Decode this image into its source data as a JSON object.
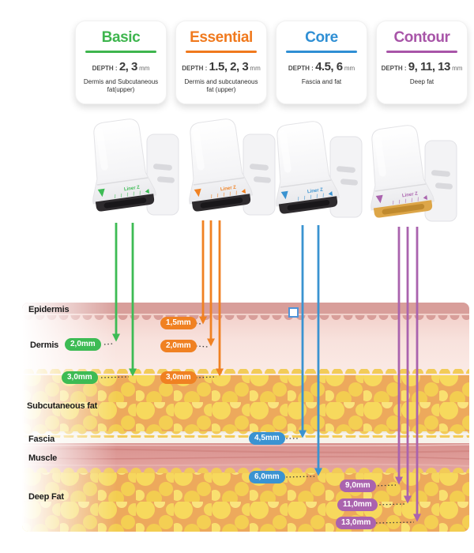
{
  "palette": {
    "green": "#3dbb54",
    "orange": "#f08122",
    "blue": "#3a93d1",
    "purple": "#aa63ae"
  },
  "cards": [
    {
      "title": "Basic",
      "color": "#3eb54e",
      "depth_label": "DEPTH :",
      "depth_values": "2, 3",
      "depth_unit": "mm",
      "description": "Dermis and Subcutaneous fat(upper)"
    },
    {
      "title": "Essential",
      "color": "#f0791d",
      "depth_label": "DEPTH :",
      "depth_values": "1.5, 2, 3",
      "depth_unit": "mm",
      "description": "Dermis and subcutaneous fat (upper)"
    },
    {
      "title": "Core",
      "color": "#2f8fd4",
      "depth_label": "DEPTH :",
      "depth_values": "4.5, 6",
      "depth_unit": "mm",
      "description": "Fascia and fat"
    },
    {
      "title": "Contour",
      "color": "#a855a8",
      "depth_label": "DEPTH :",
      "depth_values": "9, 11, 13",
      "depth_unit": "mm",
      "description": "Deep fat"
    }
  ],
  "devices": [
    {
      "name": "Basic cartridge",
      "brand": "Liner Z",
      "accent": "#3dbb54",
      "tip": "#2e2b2e",
      "tip_inner": "#19171a"
    },
    {
      "name": "Essential cartridge",
      "brand": "Liner Z",
      "accent": "#f08122",
      "tip": "#2e2b2e",
      "tip_inner": "#19171a"
    },
    {
      "name": "Core cartridge",
      "brand": "Liner Z",
      "accent": "#3a93d1",
      "tip": "#2e2b2e",
      "tip_inner": "#19171a"
    },
    {
      "name": "Contour cartridge",
      "brand": "Liner Z",
      "accent": "#aa63ae",
      "tip": "#dda648",
      "tip_inner": "#c08a2e"
    }
  ],
  "skin": {
    "labels": [
      "Epidermis",
      "Dermis",
      "Subcutaneous fat",
      "Fascia",
      "Muscle",
      "Deep Fat"
    ]
  },
  "depth_badges": {
    "basic": [
      {
        "label": "2,0mm"
      },
      {
        "label": "3,0mm"
      }
    ],
    "essential": [
      {
        "label": "1,5mm"
      },
      {
        "label": "2,0mm"
      },
      {
        "label": "3,0mm"
      }
    ],
    "core": [
      {
        "label": "4,5mm"
      },
      {
        "label": "6,0mm"
      }
    ],
    "contour": [
      {
        "label": "9,0mm"
      },
      {
        "label": "11,0mm"
      },
      {
        "label": "13,0mm"
      }
    ]
  }
}
